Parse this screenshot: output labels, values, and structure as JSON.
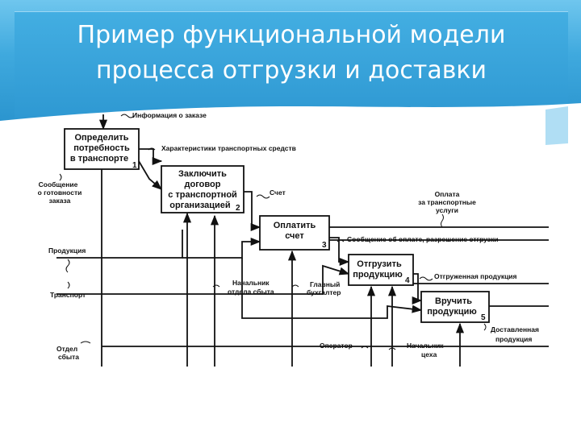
{
  "slide": {
    "title_line1": "Пример функциональной модели",
    "title_line2": "процесса отгрузки и доставки"
  },
  "diagram": {
    "boxes": [
      {
        "lines": [
          "Определить",
          "потребность",
          "в транспорте"
        ],
        "num": "1"
      },
      {
        "lines": [
          "Заключить",
          "договор",
          "с транспортной",
          "организацией"
        ],
        "num": "2"
      },
      {
        "lines": [
          "Оплатить",
          "счет"
        ],
        "num": "3"
      },
      {
        "lines": [
          "Отгрузить",
          "продукцию"
        ],
        "num": "4"
      },
      {
        "lines": [
          "Вручить",
          "продукцию"
        ],
        "num": "5"
      }
    ],
    "labels": {
      "order_info": "Информация о заказе",
      "transport_specs": "Характеристики транспортных средств",
      "invoice": "Счет",
      "payment_line1": "Оплата",
      "payment_line2": "за транспортные",
      "payment_line3": "услуги",
      "readiness_line1": "Сообщение",
      "readiness_line2": "о готовности",
      "readiness_line3": "заказа",
      "products": "Продукция",
      "transport": "Транспорт",
      "sales_dept_line1": "Отдел",
      "sales_dept_line2": "сбыта",
      "payment_msg": "Сообщение об оплате, разрешение отгрузки",
      "shipped": "Отгруженная продукция",
      "head_sales_line1": "Начальник",
      "head_sales_line2": "отдела сбыта",
      "chief_acc_line1": "Главный",
      "chief_acc_line2": "бухгалтер",
      "operator": "Оператор",
      "shop_head_line1": "Начальник",
      "shop_head_line2": "цеха",
      "delivered_line1": "Доставленная",
      "delivered_line2": "продукция"
    }
  }
}
